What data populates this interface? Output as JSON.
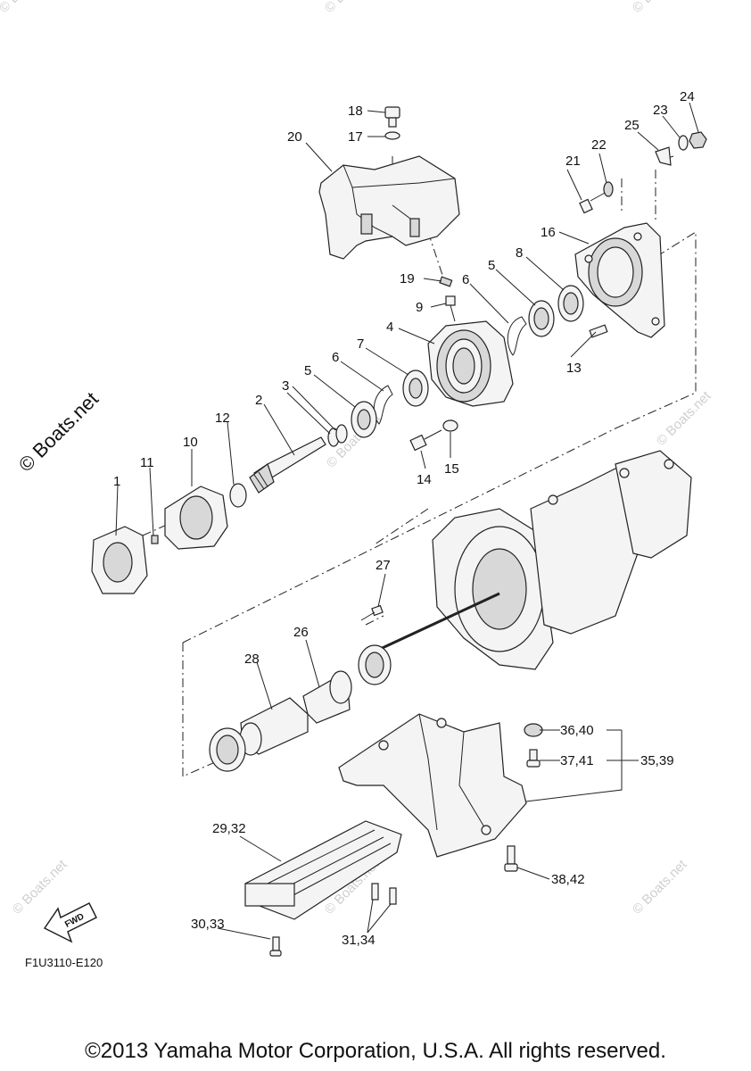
{
  "callouts": [
    {
      "id": "c1",
      "text": "1"
    },
    {
      "id": "c2",
      "text": "2"
    },
    {
      "id": "c3",
      "text": "3"
    },
    {
      "id": "c4",
      "text": "4"
    },
    {
      "id": "c5a",
      "text": "5"
    },
    {
      "id": "c5b",
      "text": "5"
    },
    {
      "id": "c6a",
      "text": "6"
    },
    {
      "id": "c6b",
      "text": "6"
    },
    {
      "id": "c7",
      "text": "7"
    },
    {
      "id": "c8",
      "text": "8"
    },
    {
      "id": "c9",
      "text": "9"
    },
    {
      "id": "c10",
      "text": "10"
    },
    {
      "id": "c11",
      "text": "11"
    },
    {
      "id": "c12",
      "text": "12"
    },
    {
      "id": "c13",
      "text": "13"
    },
    {
      "id": "c14",
      "text": "14"
    },
    {
      "id": "c15",
      "text": "15"
    },
    {
      "id": "c16",
      "text": "16"
    },
    {
      "id": "c17",
      "text": "17"
    },
    {
      "id": "c18",
      "text": "18"
    },
    {
      "id": "c19",
      "text": "19"
    },
    {
      "id": "c20",
      "text": "20"
    },
    {
      "id": "c21",
      "text": "21"
    },
    {
      "id": "c22",
      "text": "22"
    },
    {
      "id": "c23",
      "text": "23"
    },
    {
      "id": "c24",
      "text": "24"
    },
    {
      "id": "c25",
      "text": "25"
    },
    {
      "id": "c26",
      "text": "26"
    },
    {
      "id": "c27",
      "text": "27"
    },
    {
      "id": "c28",
      "text": "28"
    },
    {
      "id": "c2932",
      "text": "29,32"
    },
    {
      "id": "c3033",
      "text": "30,33"
    },
    {
      "id": "c3134",
      "text": "31,34"
    },
    {
      "id": "c3539",
      "text": "35,39"
    },
    {
      "id": "c3640",
      "text": "36,40"
    },
    {
      "id": "c3741",
      "text": "37,41"
    },
    {
      "id": "c3842",
      "text": "38,42"
    }
  ],
  "fwd_label": "FWD",
  "diagram_code": "F1U3110-E120",
  "watermark_side": "© Boats.net",
  "watermark_faint": "© Boats.net",
  "copyright": "©2013 Yamaha Motor Corporation, U.S.A. All rights reserved."
}
